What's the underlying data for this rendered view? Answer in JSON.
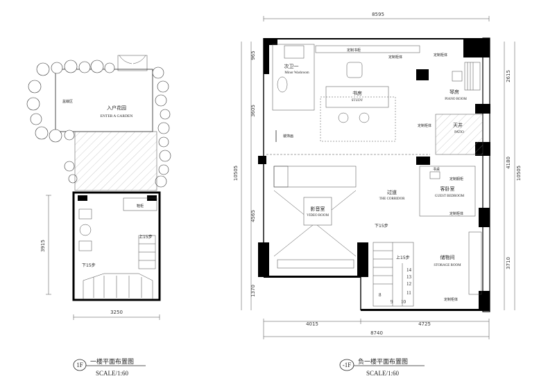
{
  "plan_1f": {
    "garden_note": "盆栽区",
    "garden_cn": "入户花园",
    "garden_en": "ENTER A GARDEN",
    "shoe_cabinet": "鞋柜",
    "up_steps": "上15步",
    "down_steps": "下15步",
    "dim_width": "3250",
    "dim_height": "3915",
    "badge": "1F",
    "title": "一楼平面布置图",
    "scale": "SCALE/1:60"
  },
  "plan_b1": {
    "dim_top": "8595",
    "dim_bottom_left": "4015",
    "dim_bottom_right": "4725",
    "dim_bottom_total": "8740",
    "dim_left": [
      "965",
      "3605",
      "10505",
      "4565",
      "1370"
    ],
    "dim_right": [
      "2615",
      "4180",
      "10505",
      "3710"
    ],
    "washroom_cn": "次卫一",
    "washroom_en": "Minor Washroom",
    "study_cn": "书房",
    "study_en": "STUDY",
    "piano_cn": "琴房",
    "piano_en": "PIANO ROOM",
    "patio_cn": "天井",
    "patio_en": "PATIO",
    "video_cn": "影音室",
    "video_en": "VIDEO ROOM",
    "corridor_cn": "过道",
    "corridor_en": "THE CORRIDOR",
    "guest_cn": "客卧室",
    "guest_en": "GUEST BEDROOM",
    "storage_cn": "储物间",
    "storage_en": "STORAGE ROOM",
    "bookshelf": "定制书柜",
    "cabinet": "定制柜体",
    "cabinet2": "定制柜体",
    "cabinet3": "定制柜体",
    "cabinet4": "定制柜体",
    "cabinet5": "定制柜体",
    "wardrobe": "定制橱柜",
    "wall_deco": "装饰画",
    "desk": "书桌",
    "down_steps": "下15步",
    "up_steps": "上15步",
    "stair_numbers": [
      "8",
      "9",
      "10",
      "11",
      "12",
      "13",
      "14"
    ],
    "badge": "-1F",
    "title": "负一楼平面布置图",
    "scale": "SCALE/1:60"
  }
}
